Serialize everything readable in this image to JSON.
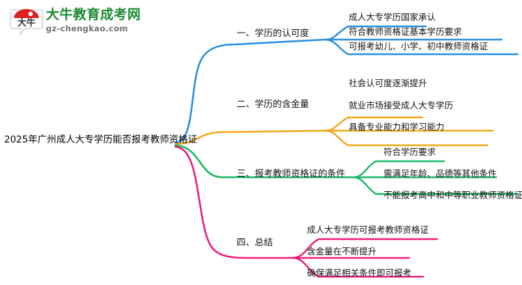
{
  "logo": {
    "mark_text": "大牛",
    "title": "大牛教育成考网",
    "url": "gz-chengkao.com",
    "brand_color": "#1a8a33",
    "mark_color": "#e02020"
  },
  "mindmap": {
    "type": "mind-map",
    "root": {
      "label": "2025年广州成人大专学历能否报考教师资格证"
    },
    "branches": [
      {
        "label": "一、学历的认可度",
        "color": "#2a8ee0",
        "leaves": [
          "成人大专学历国家承认",
          "符合教师资格证基本学历要求",
          "可报考幼儿、小学、初中教师资格证"
        ]
      },
      {
        "label": "二、学历的含金量",
        "color": "#f0a818",
        "leaves": [
          "社会认可度逐渐提升",
          "就业市场接受成人大专学历",
          "具备专业能力和学习能力"
        ]
      },
      {
        "label": "三、报考教师资格证的条件",
        "color": "#18b862",
        "leaves": [
          "符合学历要求",
          "需满足年龄、品德等其他条件",
          "不能报考高中和中等职业教师资格证"
        ]
      },
      {
        "label": "四、总结",
        "color": "#ec1c7d",
        "leaves": [
          "成人大专学历可报考教师资格证",
          "含金量在不断提升",
          "确保满足相关条件即可报考"
        ]
      }
    ]
  }
}
